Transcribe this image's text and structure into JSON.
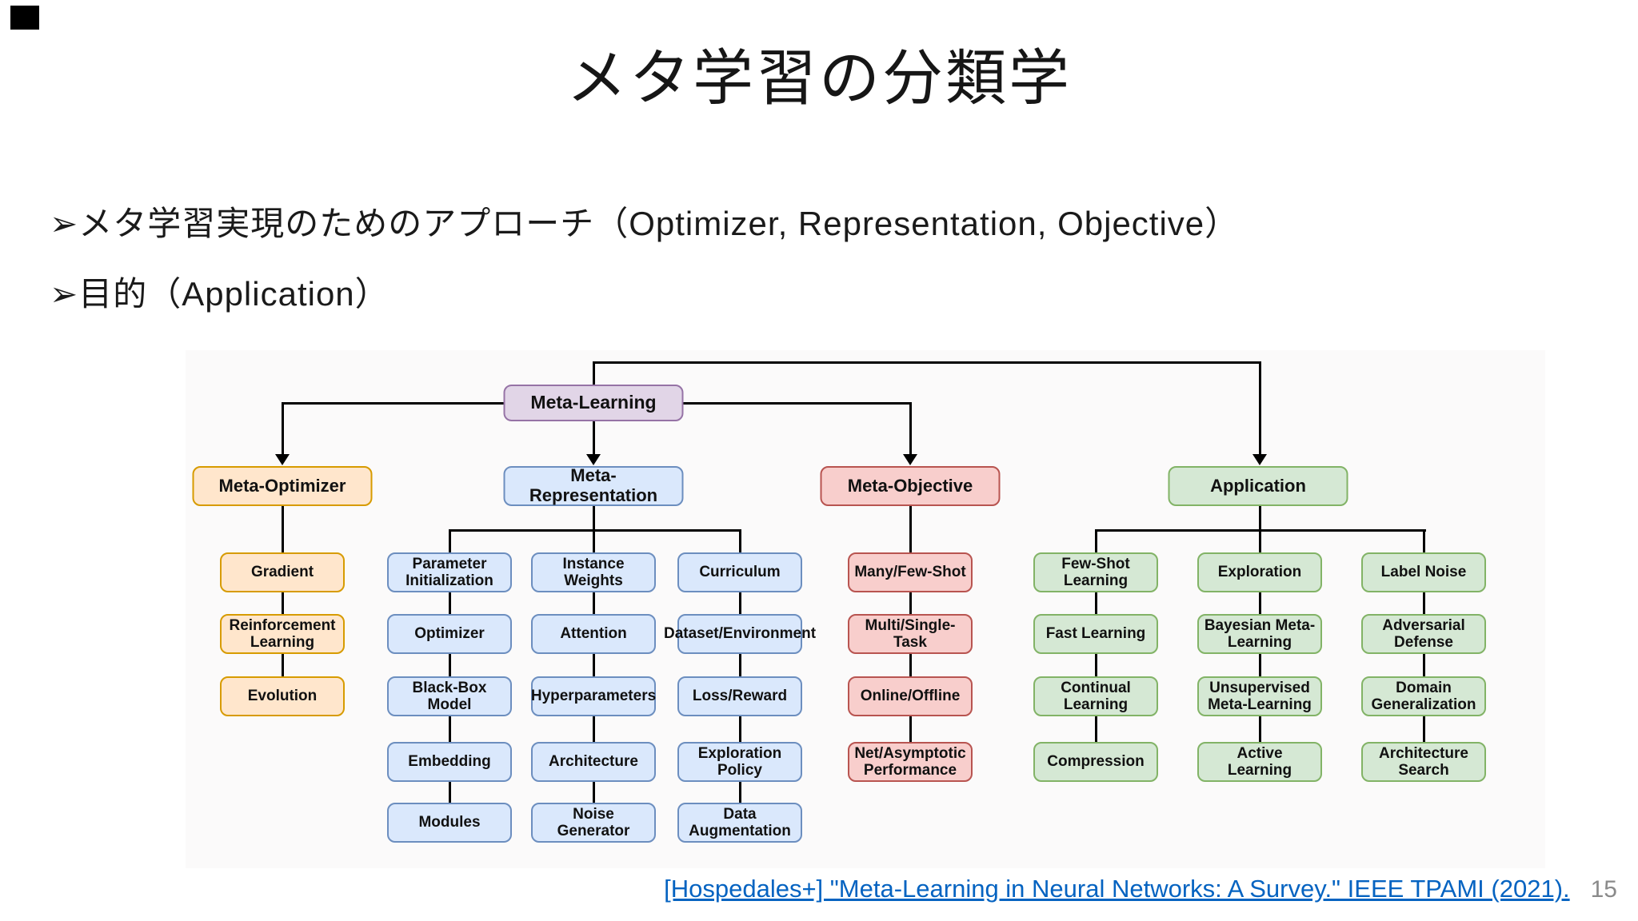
{
  "slide": {
    "title": "メタ学習の分類学",
    "bullets": [
      "➢メタ学習実現のためのアプローチ（Optimizer, Representation, Objective）",
      "➢目的（Application）"
    ],
    "citation": "[Hospedales+] \"Meta-Learning in Neural Networks: A Survey.\" IEEE TPAMI (2021).",
    "page_number": "15"
  },
  "diagram": {
    "root": {
      "label": "Meta-Learning"
    },
    "meta_optimizer": {
      "label": "Meta-Optimizer",
      "items": [
        "Gradient",
        "Reinforcement Learning",
        "Evolution"
      ]
    },
    "meta_representation": {
      "label": "Meta-Representation",
      "col1": [
        "Parameter Initialization",
        "Optimizer",
        "Black-Box Model",
        "Embedding",
        "Modules"
      ],
      "col2": [
        "Instance Weights",
        "Attention",
        "Hyperparameters",
        "Architecture",
        "Noise Generator"
      ],
      "col3": [
        "Curriculum",
        "Dataset/Environment",
        "Loss/Reward",
        "Exploration Policy",
        "Data Augmentation"
      ]
    },
    "meta_objective": {
      "label": "Meta-Objective",
      "items": [
        "Many/Few-Shot",
        "Multi/Single-Task",
        "Online/Offline",
        "Net/Asymptotic Performance"
      ]
    },
    "application": {
      "label": "Application",
      "col1": [
        "Few-Shot Learning",
        "Fast Learning",
        "Continual Learning",
        "Compression"
      ],
      "col2": [
        "Exploration",
        "Bayesian Meta-Learning",
        "Unsupervised Meta-Learning",
        "Active Learning"
      ],
      "col3": [
        "Label Noise",
        "Adversarial Defense",
        "Domain Generalization",
        "Architecture Search"
      ]
    }
  },
  "colors": {
    "root_fill": "#E1D5E7",
    "root_border": "#9673A6",
    "optimizer_fill": "#FFE6CC",
    "optimizer_border": "#D79B00",
    "representation_fill": "#DAE8FC",
    "representation_border": "#6C8EBF",
    "objective_fill": "#F8CECC",
    "objective_border": "#B85450",
    "application_fill": "#D5E8D4",
    "application_border": "#82B366",
    "link": "#0563C1",
    "page_number": "#8a8a8a"
  }
}
